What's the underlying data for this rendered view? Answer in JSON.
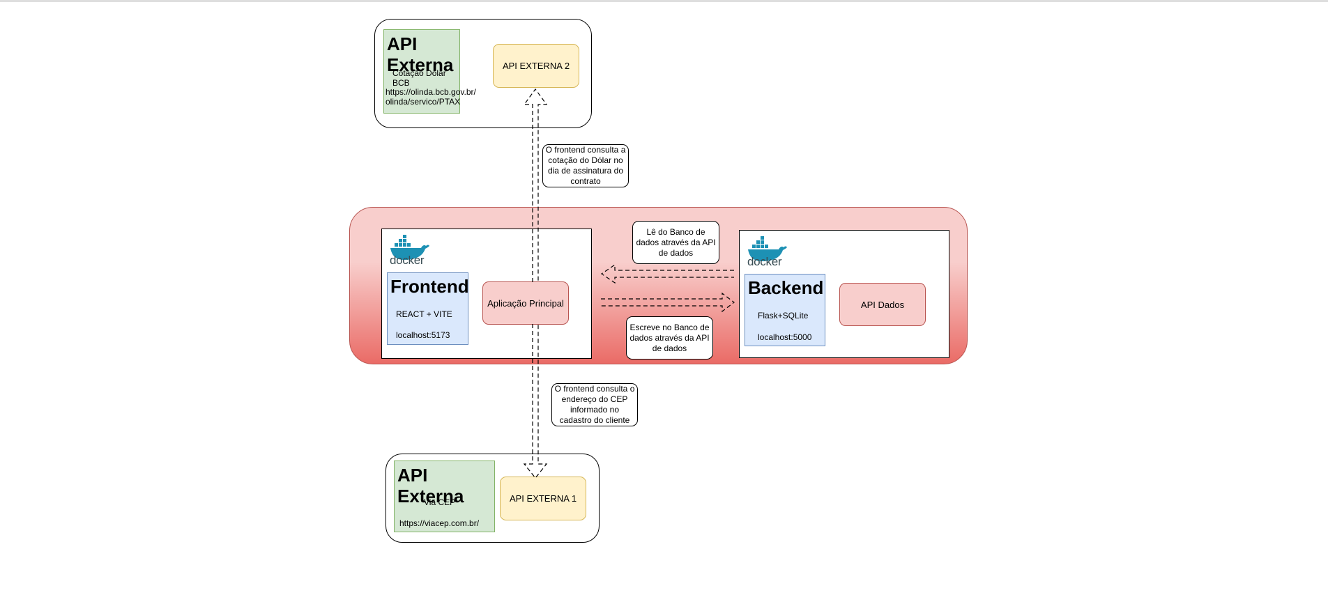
{
  "ext_top": {
    "title": "API Externa",
    "service": "Cotação Dólar BCB",
    "url_line1": "https://olinda.bcb.gov.br/",
    "url_line2": "olinda/servico/PTAX",
    "api_label": "API EXTERNA 2"
  },
  "ext_bottom": {
    "title": "API Externa",
    "service": "Via CEP",
    "url": "https://viacep.com.br/",
    "api_label": "API EXTERNA 1"
  },
  "docker_label": "docker",
  "frontend": {
    "title": "Frontend",
    "tech": "REACT + VITE",
    "host": "localhost:5173",
    "app_label": "Aplicação Principal"
  },
  "backend": {
    "title": "Backend",
    "tech": "Flask+SQLite",
    "host": "localhost:5000",
    "api_label": "API Dados"
  },
  "notes": {
    "dolar": [
      "O frontend consulta a",
      "cotação do Dólar no",
      "dia de assinatura do",
      "contrato"
    ],
    "read": [
      "Lê do Banco de",
      "dados através da API",
      "de dados"
    ],
    "write": [
      "Escreve no Banco de",
      "dados através da API",
      "de dados"
    ],
    "cep": [
      "O frontend consulta o",
      "endereço do CEP",
      "informado no",
      "cadastro do cliente"
    ]
  },
  "colors": {
    "green_fill": "#d5e8d4",
    "blue_fill": "#dae8fc",
    "yellow_fill": "#fff2cc",
    "pink_fill": "#f8cecc",
    "red_group": "#ea6b66",
    "docker_blue": "#1d91b4"
  }
}
